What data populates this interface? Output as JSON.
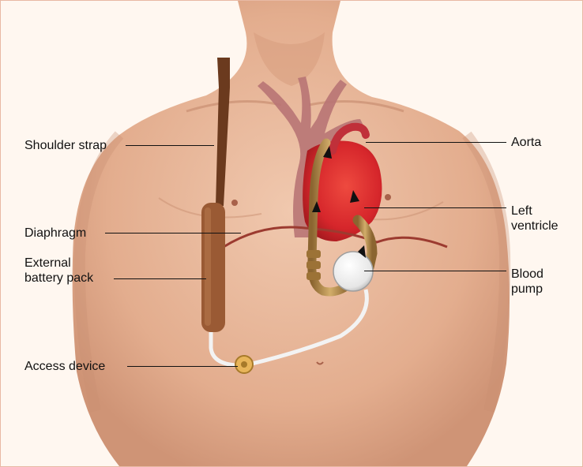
{
  "figure": {
    "labels": {
      "shoulder_strap": "Shoulder strap",
      "diaphragm": "Diaphragm",
      "external_battery_pack": "External\nbattery pack",
      "access_device": "Access device",
      "aorta": "Aorta",
      "left_ventricle": "Left\nventricle",
      "blood_pump": "Blood\npump"
    }
  },
  "colors": {
    "frame_border": "#e8b9a4",
    "background": "#fff7f0",
    "skin": "#e6b496",
    "skin_shadow": "#c98f72",
    "heart": "#d6262b",
    "vessels": "#b06a6a",
    "strap": "#6b3a1e",
    "battery": "#9a5a34",
    "tube": "#b48a4a",
    "pump": "#eeeeee",
    "diaphragm_line": "#9c3b30"
  }
}
